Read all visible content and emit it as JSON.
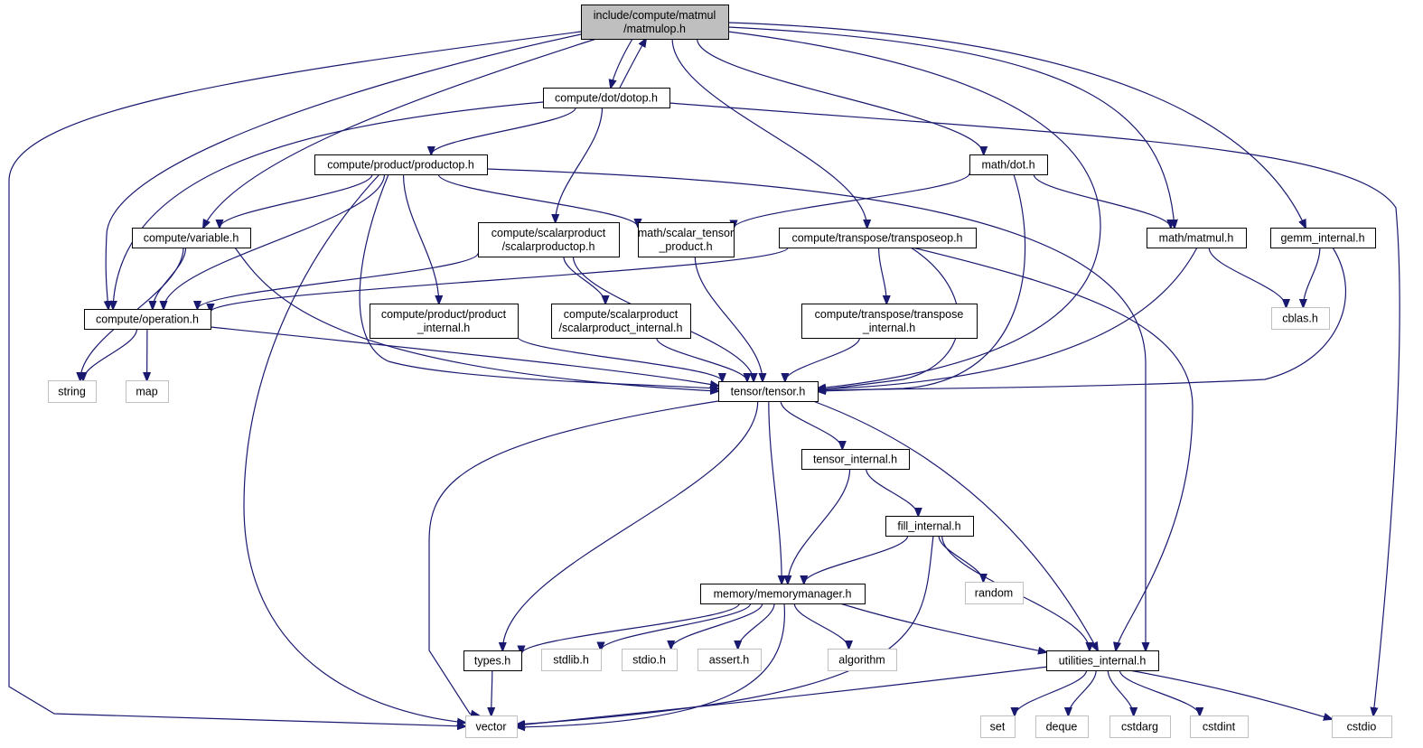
{
  "colors": {
    "edge": "#191970",
    "node_fill": "#ffffff",
    "node_border": "#000000",
    "external_border": "#bfbfbf",
    "external_text": "#404040",
    "root_fill": "#bfbfbf"
  },
  "nodes": [
    {
      "id": "matmulop",
      "lines": [
        "include/compute/matmul",
        "/matmulop.h"
      ],
      "kind": "root"
    },
    {
      "id": "dotop",
      "lines": [
        "compute/dot/dotop.h"
      ],
      "kind": "local"
    },
    {
      "id": "productop",
      "lines": [
        "compute/product/productop.h"
      ],
      "kind": "local"
    },
    {
      "id": "mathdot",
      "lines": [
        "math/dot.h"
      ],
      "kind": "local"
    },
    {
      "id": "variable",
      "lines": [
        "compute/variable.h"
      ],
      "kind": "local"
    },
    {
      "id": "scalarproductop",
      "lines": [
        "compute/scalarproduct",
        "/scalarproductop.h"
      ],
      "kind": "local"
    },
    {
      "id": "scalartensor",
      "lines": [
        "math/scalar_tensor",
        "_product.h"
      ],
      "kind": "local"
    },
    {
      "id": "transposeop",
      "lines": [
        "compute/transpose/transposeop.h"
      ],
      "kind": "local"
    },
    {
      "id": "mathmatmul",
      "lines": [
        "math/matmul.h"
      ],
      "kind": "local"
    },
    {
      "id": "gemm",
      "lines": [
        "gemm_internal.h"
      ],
      "kind": "local"
    },
    {
      "id": "operation",
      "lines": [
        "compute/operation.h"
      ],
      "kind": "local"
    },
    {
      "id": "productinternal",
      "lines": [
        "compute/product/product",
        "_internal.h"
      ],
      "kind": "local"
    },
    {
      "id": "scalarproductinternal",
      "lines": [
        "compute/scalarproduct",
        "/scalarproduct_internal.h"
      ],
      "kind": "local"
    },
    {
      "id": "transposeinternal",
      "lines": [
        "compute/transpose/transpose",
        "_internal.h"
      ],
      "kind": "local"
    },
    {
      "id": "cblas",
      "lines": [
        "cblas.h"
      ],
      "kind": "external"
    },
    {
      "id": "string",
      "lines": [
        "string"
      ],
      "kind": "external"
    },
    {
      "id": "map",
      "lines": [
        "map"
      ],
      "kind": "external"
    },
    {
      "id": "tensor",
      "lines": [
        "tensor/tensor.h"
      ],
      "kind": "local"
    },
    {
      "id": "tensorinternal",
      "lines": [
        "tensor_internal.h"
      ],
      "kind": "local"
    },
    {
      "id": "fillinternal",
      "lines": [
        "fill_internal.h"
      ],
      "kind": "local"
    },
    {
      "id": "random",
      "lines": [
        "random"
      ],
      "kind": "external"
    },
    {
      "id": "memorymanager",
      "lines": [
        "memory/memorymanager.h"
      ],
      "kind": "local"
    },
    {
      "id": "types",
      "lines": [
        "types.h"
      ],
      "kind": "local"
    },
    {
      "id": "stdlib",
      "lines": [
        "stdlib.h"
      ],
      "kind": "external"
    },
    {
      "id": "stdio",
      "lines": [
        "stdio.h"
      ],
      "kind": "external"
    },
    {
      "id": "assert",
      "lines": [
        "assert.h"
      ],
      "kind": "external"
    },
    {
      "id": "algorithm",
      "lines": [
        "algorithm"
      ],
      "kind": "external"
    },
    {
      "id": "utilities",
      "lines": [
        "utilities_internal.h"
      ],
      "kind": "local"
    },
    {
      "id": "vector",
      "lines": [
        "vector"
      ],
      "kind": "external"
    },
    {
      "id": "set",
      "lines": [
        "set"
      ],
      "kind": "external"
    },
    {
      "id": "deque",
      "lines": [
        "deque"
      ],
      "kind": "external"
    },
    {
      "id": "cstdarg",
      "lines": [
        "cstdarg"
      ],
      "kind": "external"
    },
    {
      "id": "cstdint",
      "lines": [
        "cstdint"
      ],
      "kind": "external"
    },
    {
      "id": "cstdio",
      "lines": [
        "cstdio"
      ],
      "kind": "external"
    }
  ],
  "edges": [
    {
      "from": "matmulop",
      "to": "dotop"
    },
    {
      "from": "dotop",
      "to": "matmulop"
    },
    {
      "from": "matmulop",
      "to": "vector"
    },
    {
      "from": "matmulop",
      "to": "operation"
    },
    {
      "from": "matmulop",
      "to": "variable"
    },
    {
      "from": "matmulop",
      "to": "transposeop"
    },
    {
      "from": "matmulop",
      "to": "mathdot"
    },
    {
      "from": "matmulop",
      "to": "tensor"
    },
    {
      "from": "matmulop",
      "to": "mathmatmul"
    },
    {
      "from": "matmulop",
      "to": "gemm"
    },
    {
      "from": "dotop",
      "to": "productop"
    },
    {
      "from": "dotop",
      "to": "operation"
    },
    {
      "from": "dotop",
      "to": "scalarproductop"
    },
    {
      "from": "dotop",
      "to": "cstdio"
    },
    {
      "from": "productop",
      "to": "variable"
    },
    {
      "from": "productop",
      "to": "operation"
    },
    {
      "from": "productop",
      "to": "vector"
    },
    {
      "from": "productop",
      "to": "tensor"
    },
    {
      "from": "productop",
      "to": "productinternal"
    },
    {
      "from": "productop",
      "to": "scalartensor"
    },
    {
      "from": "productop",
      "to": "utilities"
    },
    {
      "from": "mathdot",
      "to": "scalartensor"
    },
    {
      "from": "mathdot",
      "to": "tensor"
    },
    {
      "from": "mathdot",
      "to": "mathmatmul"
    },
    {
      "from": "variable",
      "to": "string"
    },
    {
      "from": "variable",
      "to": "operation"
    },
    {
      "from": "variable",
      "to": "tensor"
    },
    {
      "from": "scalarproductop",
      "to": "operation"
    },
    {
      "from": "scalarproductop",
      "to": "scalarproductinternal"
    },
    {
      "from": "scalarproductop",
      "to": "tensor"
    },
    {
      "from": "scalartensor",
      "to": "tensor"
    },
    {
      "from": "transposeop",
      "to": "operation"
    },
    {
      "from": "transposeop",
      "to": "transposeinternal"
    },
    {
      "from": "transposeop",
      "to": "tensor"
    },
    {
      "from": "transposeop",
      "to": "utilities"
    },
    {
      "from": "mathmatmul",
      "to": "cblas"
    },
    {
      "from": "mathmatmul",
      "to": "tensor"
    },
    {
      "from": "gemm",
      "to": "cblas"
    },
    {
      "from": "gemm",
      "to": "tensor"
    },
    {
      "from": "operation",
      "to": "string"
    },
    {
      "from": "operation",
      "to": "map"
    },
    {
      "from": "operation",
      "to": "tensor"
    },
    {
      "from": "productinternal",
      "to": "tensor"
    },
    {
      "from": "scalarproductinternal",
      "to": "tensor"
    },
    {
      "from": "transposeinternal",
      "to": "tensor"
    },
    {
      "from": "tensor",
      "to": "vector"
    },
    {
      "from": "tensor",
      "to": "types"
    },
    {
      "from": "tensor",
      "to": "memorymanager"
    },
    {
      "from": "tensor",
      "to": "tensorinternal"
    },
    {
      "from": "tensor",
      "to": "utilities"
    },
    {
      "from": "tensorinternal",
      "to": "memorymanager"
    },
    {
      "from": "tensorinternal",
      "to": "fillinternal"
    },
    {
      "from": "fillinternal",
      "to": "memorymanager"
    },
    {
      "from": "fillinternal",
      "to": "vector"
    },
    {
      "from": "fillinternal",
      "to": "random"
    },
    {
      "from": "fillinternal",
      "to": "utilities"
    },
    {
      "from": "memorymanager",
      "to": "types"
    },
    {
      "from": "memorymanager",
      "to": "stdlib"
    },
    {
      "from": "memorymanager",
      "to": "stdio"
    },
    {
      "from": "memorymanager",
      "to": "assert"
    },
    {
      "from": "memorymanager",
      "to": "algorithm"
    },
    {
      "from": "memorymanager",
      "to": "utilities"
    },
    {
      "from": "memorymanager",
      "to": "vector"
    },
    {
      "from": "types",
      "to": "vector"
    },
    {
      "from": "utilities",
      "to": "vector"
    },
    {
      "from": "utilities",
      "to": "set"
    },
    {
      "from": "utilities",
      "to": "deque"
    },
    {
      "from": "utilities",
      "to": "cstdarg"
    },
    {
      "from": "utilities",
      "to": "cstdint"
    },
    {
      "from": "utilities",
      "to": "cstdio"
    }
  ]
}
